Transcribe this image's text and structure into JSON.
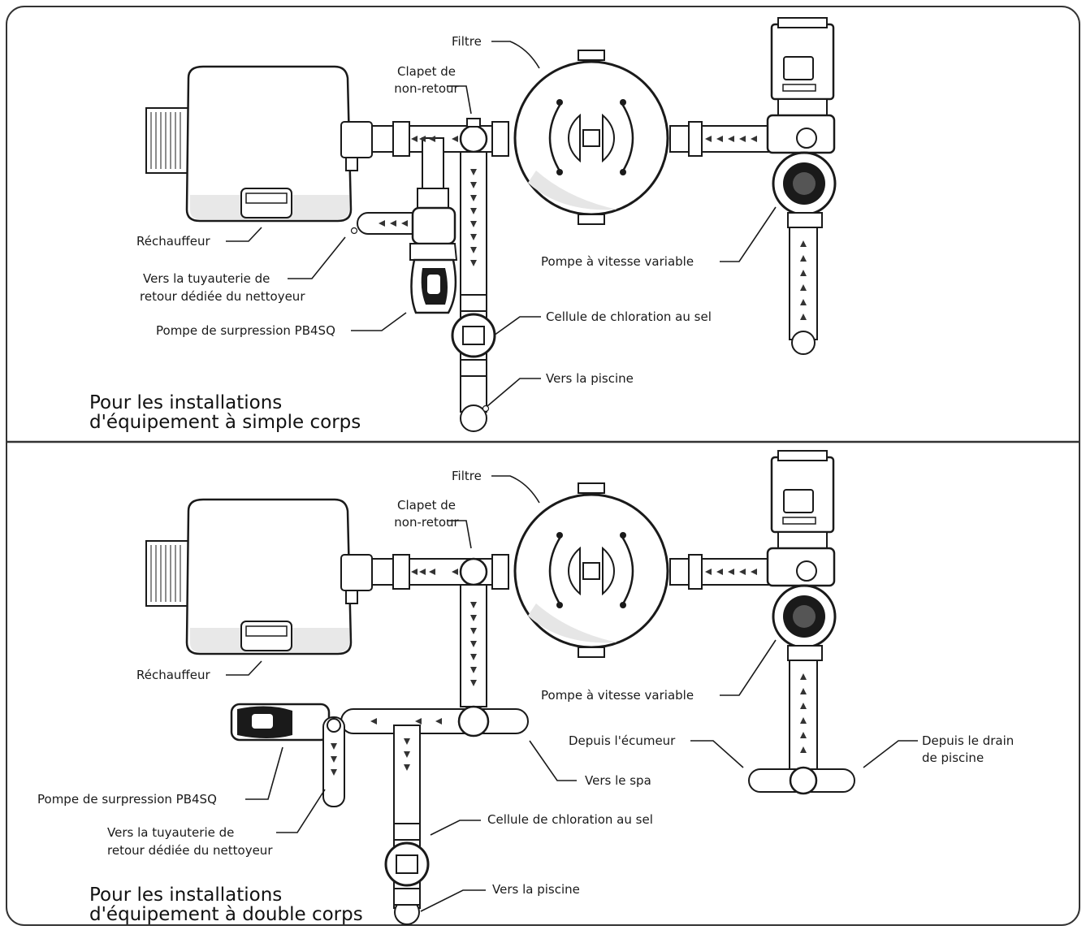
{
  "colors": {
    "line": "#1a1a1a",
    "pipe_fill": "#ffffff",
    "equipment_fill": "#ffffff",
    "shade": "#e6e6e6",
    "arrow": "#333333",
    "frame": "#333333"
  },
  "icons": [
    "heater-icon",
    "filter-icon",
    "variable-speed-pump-icon",
    "booster-pump-icon",
    "salt-cell-icon",
    "check-valve-icon",
    "flow-arrow-icon"
  ],
  "top_panel": {
    "title_line1": "Pour les installations",
    "title_line2": "d'équipement à simple corps",
    "labels": {
      "filter": "Filtre",
      "check_valve_line1": "Clapet de",
      "check_valve_line2": "non-retour",
      "heater": "Réchauffeur",
      "cleaner_line1": "Vers la tuyauterie de",
      "cleaner_line2": "retour dédiée du nettoyeur",
      "booster_pump": "Pompe de surpression PB4SQ",
      "variable_pump": "Pompe à vitesse variable",
      "salt_cell": "Cellule de chloration au sel",
      "to_pool": "Vers la piscine"
    }
  },
  "bottom_panel": {
    "title_line1": "Pour les installations",
    "title_line2": "d'équipement à double corps",
    "labels": {
      "filter": "Filtre",
      "check_valve_line1": "Clapet de",
      "check_valve_line2": "non-retour",
      "heater": "Réchauffeur",
      "variable_pump": "Pompe à vitesse variable",
      "from_skimmer": "Depuis l'écumeur",
      "from_drain_line1": "Depuis le drain",
      "from_drain_line2": "de piscine",
      "booster_pump": "Pompe de surpression PB4SQ",
      "to_spa": "Vers le spa",
      "cleaner_line1": "Vers la tuyauterie de",
      "cleaner_line2": "retour dédiée du nettoyeur",
      "salt_cell": "Cellule de chloration au sel",
      "to_pool": "Vers la piscine"
    }
  }
}
